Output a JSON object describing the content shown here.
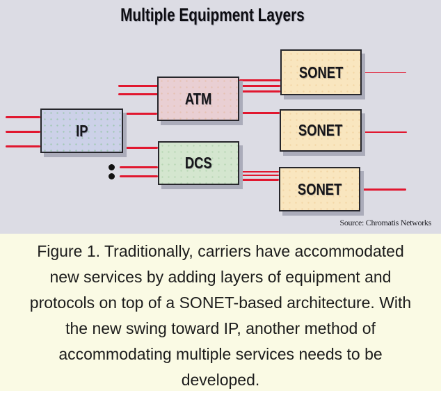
{
  "title": "Multiple Equipment Layers",
  "source_note": "Source: Chromatis Networks",
  "nodes": {
    "ip": "IP",
    "atm": "ATM",
    "dcs": "DCS",
    "sonet1": "SONET",
    "sonet2": "SONET",
    "sonet3": "SONET"
  },
  "colors": {
    "background": "#dcdce4",
    "caption_bg": "#fafae4",
    "line": "#e1172f",
    "ip_fill": "#ccd1e8",
    "atm_fill": "#e9cfd3",
    "dcs_fill": "#d4e6cf",
    "sonet_fill": "#f9e6bf"
  },
  "caption": {
    "lines": [
      "Figure 1. Traditionally, carriers have accommodated",
      "new services by adding layers of equipment and",
      "protocols on top of a SONET-based architecture. With",
      "the new swing toward IP, another method of",
      "accommodating multiple services needs to be",
      "developed."
    ]
  }
}
